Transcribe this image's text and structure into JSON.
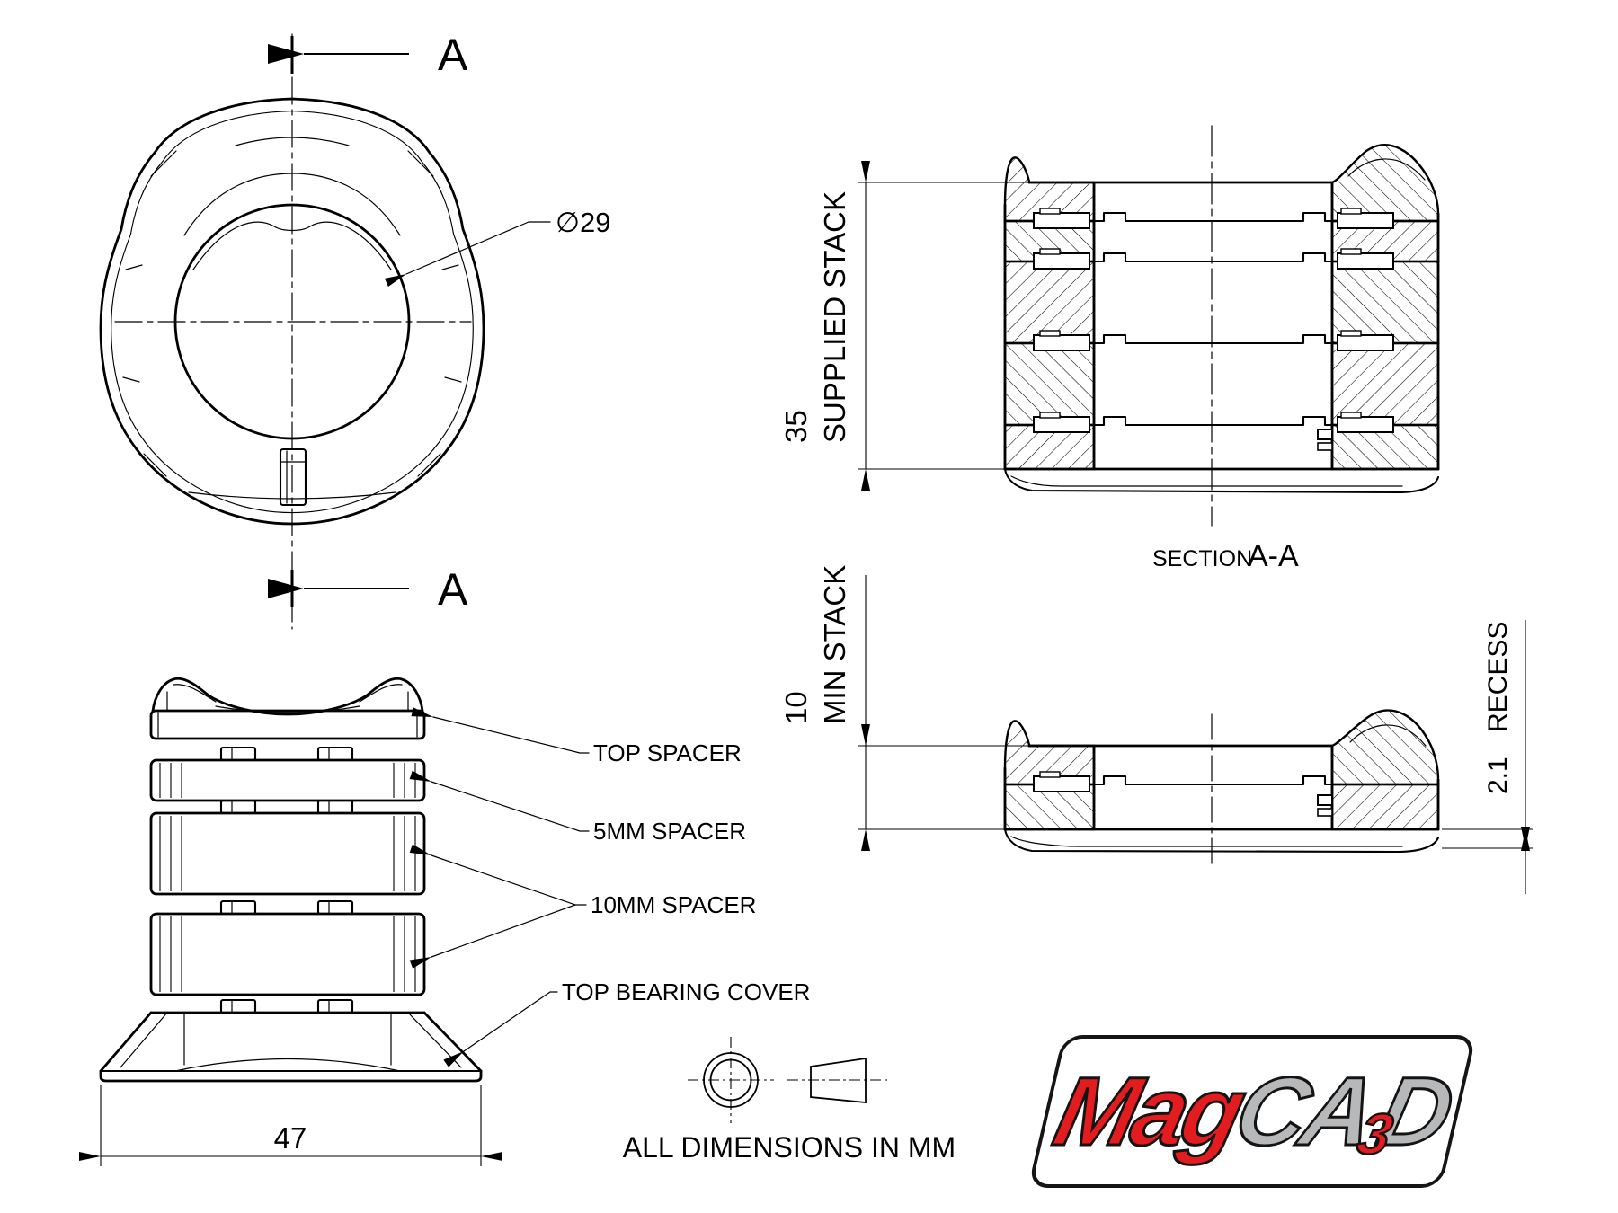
{
  "drawing": {
    "top_view": {
      "section_letter_top": "A",
      "section_letter_bottom": "A",
      "diameter_label": "∅29"
    },
    "exploded_view": {
      "labels": {
        "top_spacer": "TOP SPACER",
        "five_mm_spacer": "5MM SPACER",
        "ten_mm_spacer": "10MM SPACER",
        "top_bearing_cover": "TOP BEARING COVER"
      },
      "width_dim": "47"
    },
    "section_view": {
      "stack_dim_value": "35",
      "stack_dim_label": "SUPPLIED STACK",
      "caption_prefix": "SECTION",
      "caption_reference": "A-A"
    },
    "min_stack_view": {
      "stack_dim_value": "10",
      "stack_dim_label": "MIN STACK",
      "recess_dim_value": "2.1",
      "recess_dim_label": "RECESS"
    },
    "notes": {
      "units": "ALL DIMENSIONS IN MM"
    },
    "logo": {
      "text_red": "Mag",
      "text_gray_1": "CA",
      "text_accent": "3",
      "text_gray_2": "D"
    },
    "colors": {
      "line": "#000000",
      "logo_red": "#e31d1f",
      "logo_gray": "#b7b8ba",
      "background": "#ffffff"
    }
  }
}
